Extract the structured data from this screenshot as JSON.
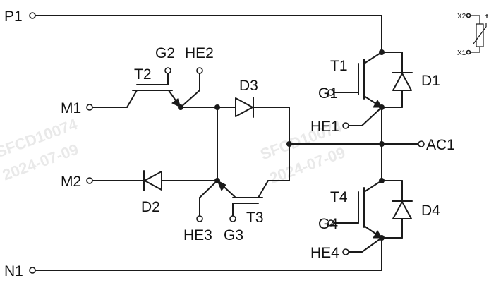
{
  "terminals": {
    "p1": "P1",
    "n1": "N1",
    "m1": "M1",
    "m2": "M2",
    "ac1": "AC1",
    "g1": "G1",
    "he1": "HE1",
    "g2": "G2",
    "he2": "HE2",
    "g3": "G3",
    "he3": "HE3",
    "g4": "G4",
    "he4": "HE4",
    "x1": "X1",
    "x2": "X2"
  },
  "components": {
    "t1": "T1",
    "t2": "T2",
    "t3": "T3",
    "t4": "T4",
    "d1": "D1",
    "d2": "D2",
    "d3": "D3",
    "d4": "D4"
  },
  "watermark": {
    "code": "SFCD10074",
    "date": "2024-07-09"
  },
  "colors": {
    "line": "#1a1a1a",
    "background": "#ffffff",
    "watermark": "#d8d8d8"
  }
}
